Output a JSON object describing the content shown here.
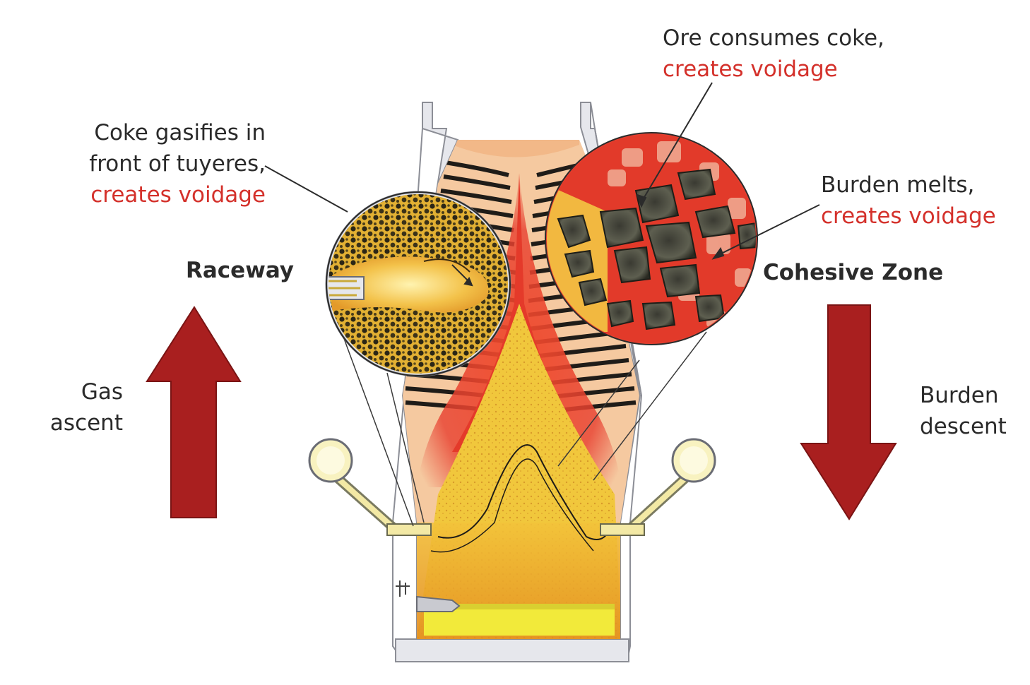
{
  "annotations": {
    "coke_gasifies": {
      "line1": "Coke gasifies in",
      "line2": "front of tuyeres,",
      "line3": "creates voidage"
    },
    "ore_consumes": {
      "line1": "Ore consumes coke,",
      "line2": "creates voidage"
    },
    "burden_melts": {
      "line1": "Burden melts,",
      "line2": "creates voidage"
    }
  },
  "zones": {
    "raceway": "Raceway",
    "cohesive_zone": "Cohesive Zone"
  },
  "flows": {
    "gas": {
      "line1": "Gas",
      "line2": "ascent",
      "direction": "up"
    },
    "burden": {
      "line1": "Burden",
      "line2": "descent",
      "direction": "down"
    }
  },
  "colors": {
    "arrow": "#a91f1f",
    "label_red": "#d4312b",
    "wall": "#e6e7ec",
    "melt_red": "#e23a2a",
    "coke_yellow": "#f3c33a"
  }
}
